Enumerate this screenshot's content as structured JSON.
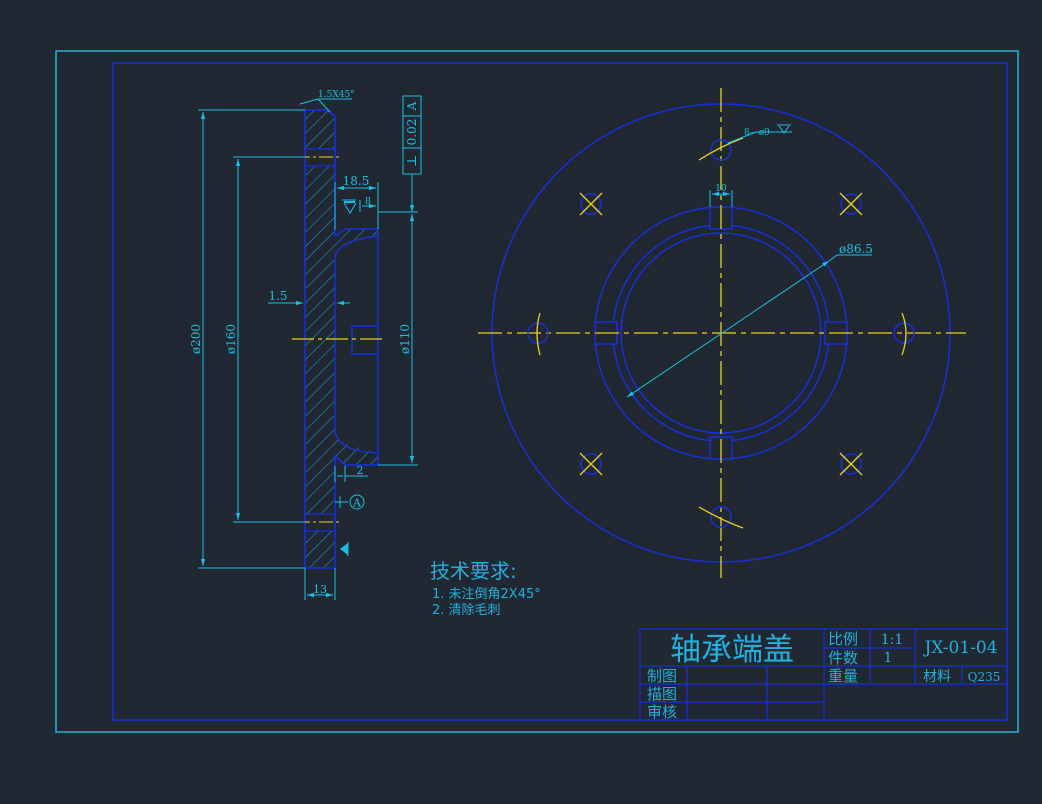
{
  "drawing": {
    "colors": {
      "background": "#222831",
      "outer_frame": "#1fb3d6",
      "inner_frame": "#1530e0",
      "part_outline": "#1530e0",
      "dimension": "#17c1e6",
      "centerline": "#e8d21a",
      "hatch": "#17a8d8"
    },
    "section_view": {
      "dims": {
        "chamfer": "1.5X45°",
        "d200": "ø200",
        "d160": "ø160",
        "d110": "ø110",
        "w18_5": "18.5",
        "w8": "8",
        "w1_5": "1.5",
        "w2": "2",
        "w13": "13"
      },
      "tolerance": {
        "symbol": "⊥",
        "value": "0.02",
        "datum": "A"
      },
      "datum_label": "A"
    },
    "front_view": {
      "dims": {
        "d86_5": "ø86.5",
        "slot10": "10",
        "hole": "8—ø9"
      }
    },
    "tech_requirements": {
      "title": "技术要求:",
      "items": [
        "1. 未注倒角2X45°",
        "2. 清除毛刺"
      ]
    },
    "title_block": {
      "name": "轴承端盖",
      "scale_label": "比例",
      "scale_value": "1:1",
      "qty_label": "件数",
      "qty_value": "1",
      "weight_label": "重量",
      "drawing_no": "JX-01-04",
      "material_label": "材料",
      "material_value": "Q235",
      "made_by": "制图",
      "traced_by": "描图",
      "checked_by": "审核"
    }
  }
}
